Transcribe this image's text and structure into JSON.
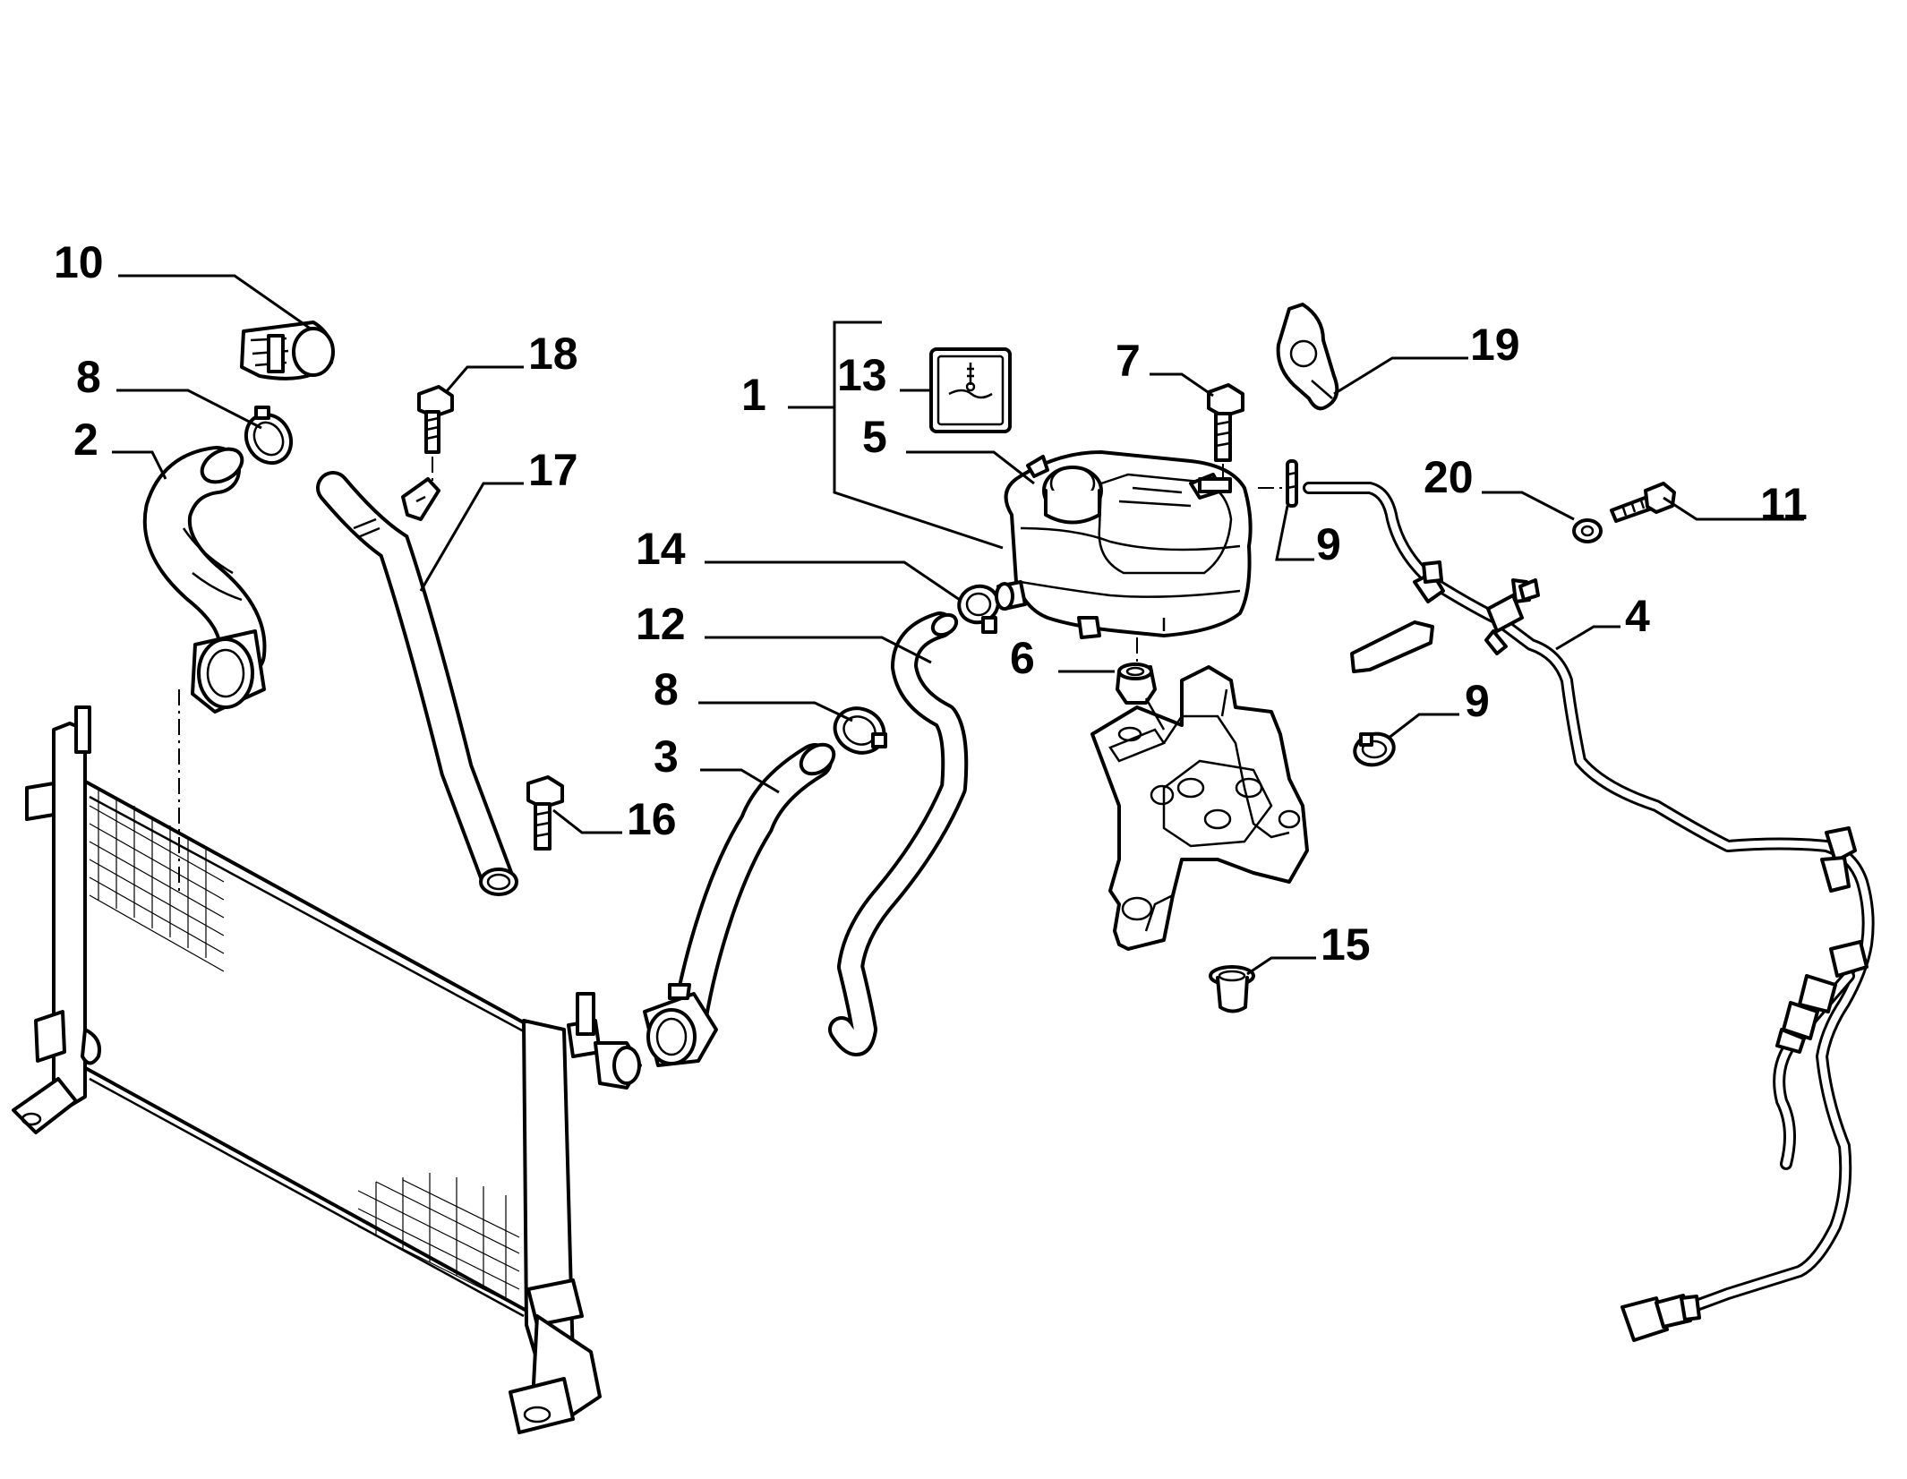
{
  "diagram": {
    "callouts": [
      {
        "id": "c1",
        "text": "1"
      },
      {
        "id": "c2",
        "text": "2"
      },
      {
        "id": "c3",
        "text": "3"
      },
      {
        "id": "c4",
        "text": "4"
      },
      {
        "id": "c5",
        "text": "5"
      },
      {
        "id": "c6",
        "text": "6"
      },
      {
        "id": "c7",
        "text": "7"
      },
      {
        "id": "c8a",
        "text": "8"
      },
      {
        "id": "c8b",
        "text": "8"
      },
      {
        "id": "c9a",
        "text": "9"
      },
      {
        "id": "c9b",
        "text": "9"
      },
      {
        "id": "c10",
        "text": "10"
      },
      {
        "id": "c11",
        "text": "11"
      },
      {
        "id": "c12",
        "text": "12"
      },
      {
        "id": "c13",
        "text": "13"
      },
      {
        "id": "c14",
        "text": "14"
      },
      {
        "id": "c15",
        "text": "15"
      },
      {
        "id": "c16",
        "text": "16"
      },
      {
        "id": "c17",
        "text": "17"
      },
      {
        "id": "c18",
        "text": "18"
      },
      {
        "id": "c19",
        "text": "19"
      },
      {
        "id": "c20",
        "text": "20"
      }
    ]
  }
}
